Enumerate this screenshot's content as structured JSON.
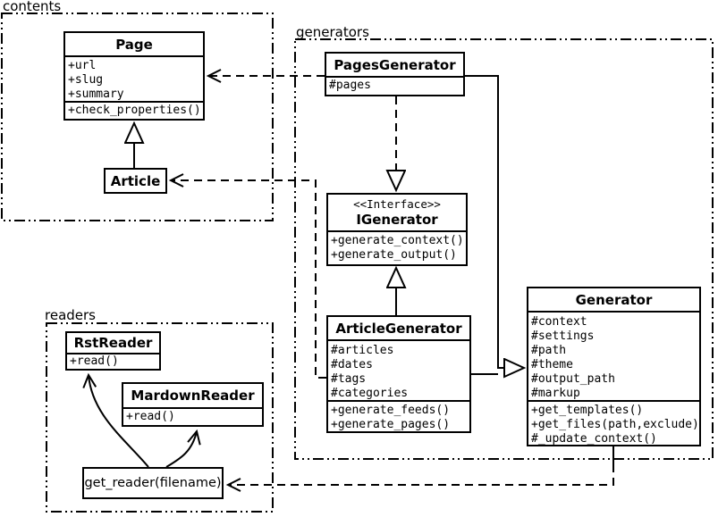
{
  "packages": {
    "contents": {
      "label": "contents"
    },
    "generators": {
      "label": "generators"
    },
    "readers": {
      "label": "readers"
    }
  },
  "classes": {
    "page": {
      "name": "Page",
      "attributes": [
        "+url",
        "+slug",
        "+summary"
      ],
      "methods": [
        "+check_properties()"
      ]
    },
    "article": {
      "name": "Article"
    },
    "pages_generator": {
      "name": "PagesGenerator",
      "attributes": [
        "#pages"
      ]
    },
    "igenerator": {
      "stereotype": "<<Interface>>",
      "name": "IGenerator",
      "methods": [
        "+generate_context()",
        "+generate_output()"
      ]
    },
    "article_generator": {
      "name": "ArticleGenerator",
      "attributes": [
        "#articles",
        "#dates",
        "#tags",
        "#categories"
      ],
      "methods": [
        "+generate_feeds()",
        "+generate_pages()"
      ]
    },
    "generator": {
      "name": "Generator",
      "attributes": [
        "#context",
        "#settings",
        "#path",
        "#theme",
        "#output_path",
        "#markup"
      ],
      "methods": [
        "+get_templates()",
        "+get_files(path,exclude)",
        "#_update_context()"
      ]
    },
    "rst_reader": {
      "name": "RstReader",
      "methods": [
        "+read()"
      ]
    },
    "mardown_reader": {
      "name": "MardownReader",
      "methods": [
        "+read()"
      ]
    },
    "get_reader": {
      "label": "get_reader(filename)"
    }
  },
  "colors": {
    "stroke": "#000000",
    "background": "#ffffff"
  }
}
